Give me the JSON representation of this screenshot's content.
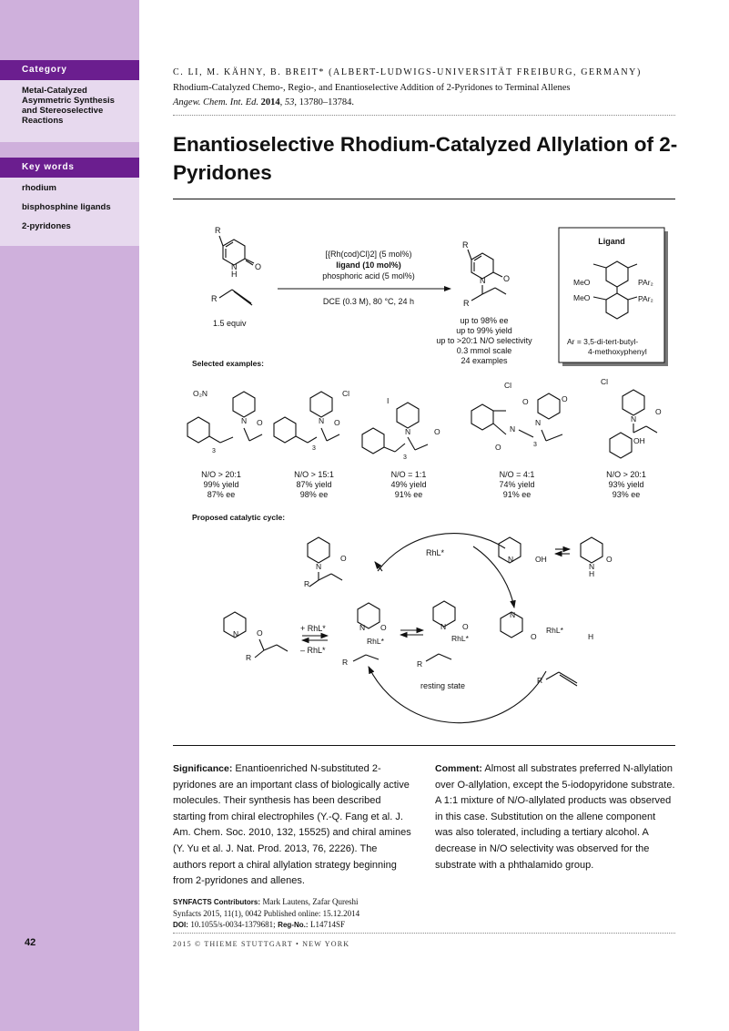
{
  "sidebar": {
    "category_label": "Category",
    "category_value": "Metal-Catalyzed Asymmetric Synthesis and Stereoselective Reactions",
    "keywords_label": "Key words",
    "keywords": [
      "rhodium",
      "bisphosphine ligands",
      "2-pyridones"
    ],
    "page_number": "42"
  },
  "header": {
    "authors": "C. LI, M. KÄHNY, B. BREIT* (ALBERT-LUDWIGS-UNIVERSITÄT FREIBURG, GERMANY)",
    "article_title": "Rhodium-Catalyzed Chemo-, Regio-, and Enantioselective Addition of 2-Pyridones to Terminal Allenes",
    "journal": "Angew. Chem. Int. Ed.",
    "year": "2014",
    "volume": "53",
    "pages": ", 13780–13784."
  },
  "title": "Enantioselective Rhodium-Catalyzed Allylation of 2-Pyridones",
  "scheme": {
    "cond1": "[{Rh(cod)Cl}2] (5 mol%)",
    "cond2": "ligand (10 mol%)",
    "cond3": "phosphoric acid (5 mol%)",
    "cond4": "DCE (0.3 M), 80 °C, 24 h",
    "equiv": "1.5 equiv",
    "results": [
      "up to 98% ee",
      "up to 99% yield",
      "up to >20:1 N/O selectivity",
      "0.3 mmol scale",
      "24 examples"
    ],
    "ligand_title": "Ligand",
    "ligand_ar1": "Ar = 3,5-di-tert-butyl-",
    "ligand_ar2": "4-methoxyphenyl",
    "selected_label": "Selected examples:",
    "examples": [
      {
        "no": "N/O > 20:1",
        "yield": "99% yield",
        "ee": "87% ee"
      },
      {
        "no": "N/O > 15:1",
        "yield": "87% yield",
        "ee": "98% ee"
      },
      {
        "no": "N/O = 1:1",
        "yield": "49% yield",
        "ee": "91% ee"
      },
      {
        "no": "N/O = 4:1",
        "yield": "74% yield",
        "ee": "91% ee"
      },
      {
        "no": "N/O > 20:1",
        "yield": "93% yield",
        "ee": "93% ee"
      }
    ],
    "cycle_label": "Proposed catalytic cycle:",
    "rhl": "RhL*",
    "plus_rhl": "+ RhL*",
    "minus_rhl": "– RhL*",
    "resting_state": "resting state"
  },
  "significance": {
    "label": "Significance:",
    "text": "Enantioenriched N-substituted 2-pyridones are an important class of biologically active molecules. Their synthesis has been described starting from chiral electrophiles (Y.-Q. Fang et al. J. Am. Chem. Soc. 2010, 132, 15525) and chiral amines (Y. Yu et al. J. Nat. Prod. 2013, 76, 2226). The authors report a chiral allylation strategy beginning from 2-pyridones and allenes."
  },
  "comment": {
    "label": "Comment:",
    "text": "Almost all substrates preferred N-allylation over O-allylation, except the 5-iodopyridone substrate. A 1:1 mixture of N/O-allylated products was observed in this case. Substitution on the allene component was also tolerated, including a tertiary alcohol. A decrease in N/O selectivity was observed for the substrate with a phthalamido group."
  },
  "footer": {
    "contributors_label": "SYNFACTS Contributors:",
    "contributors": "Mark Lautens, Zafar Qureshi",
    "citation": "Synfacts 2015, 11(1), 0042     Published online: 15.12.2014",
    "doi_label": "DOI:",
    "doi": "10.1055/s-0034-1379681;",
    "regno_label": "Reg-No.:",
    "regno": "L14714SF",
    "copyright": "2015 © THIEME STUTTGART • NEW YORK"
  }
}
